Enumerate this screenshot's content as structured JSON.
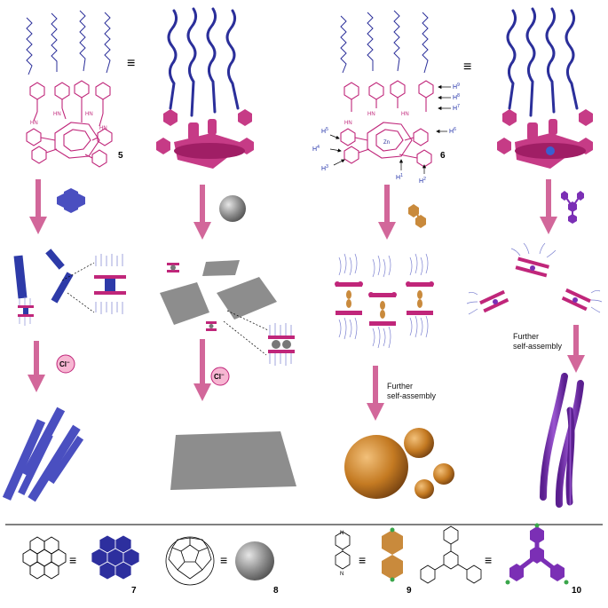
{
  "compounds": {
    "c5": "5",
    "c6": "6",
    "c7": "7",
    "c8": "8",
    "c9": "9",
    "c10": "10"
  },
  "equiv_symbol": "≡",
  "chloride_label": "Cl",
  "chloride_charge": "−",
  "further_assembly": [
    "Further",
    "self-assembly"
  ],
  "proton_labels": {
    "h1": "H",
    "h1s": "1",
    "h2": "H",
    "h2s": "2",
    "h3": "H",
    "h3s": "3",
    "h4": "H",
    "h4s": "4",
    "h5": "H",
    "h5s": "5",
    "h6": "H",
    "h6s": "6",
    "h7": "H",
    "h7s": "7",
    "h8": "H",
    "h8s": "8",
    "h9": "H",
    "h9s": "9"
  },
  "zn_label": "Zn",
  "amide_label": "HN",
  "colors": {
    "porphyrin": "#c0267a",
    "chain": "#2b2f9a",
    "coronene": "#3a3fb8",
    "fullerene": "#8a8a8a",
    "bipyridine": "#c98a3c",
    "triazine": "#7b2fb5",
    "fiber_blue": "#4a4fc0",
    "sheet_gray": "#8d8d8d",
    "sphere_orange": "#c47a22",
    "tube_purple": "#7a33b5"
  }
}
